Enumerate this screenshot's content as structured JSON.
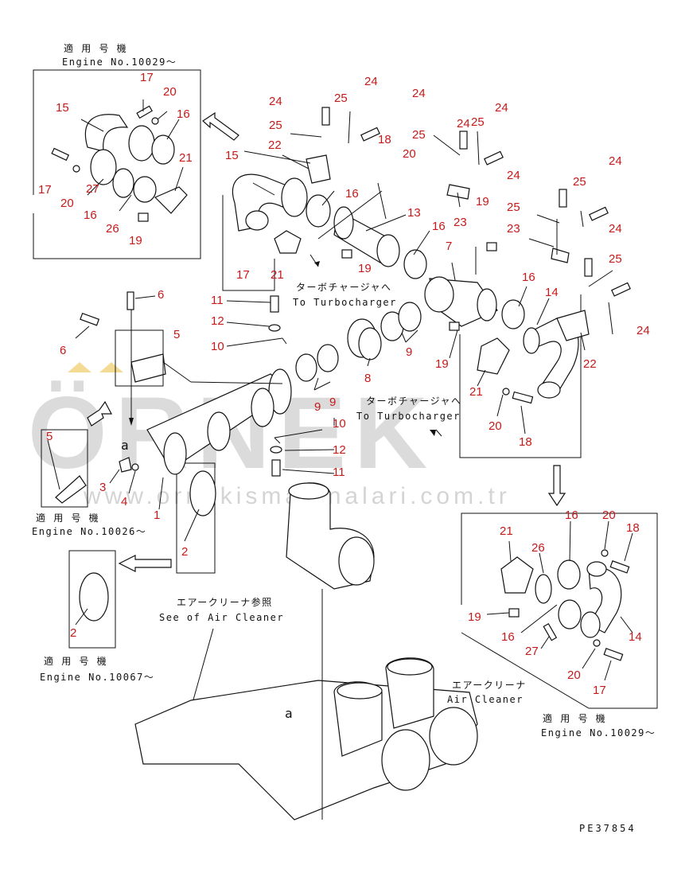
{
  "watermark": {
    "brand": "ÖRNEK",
    "url": "www.ornekismakinalari.com.tr"
  },
  "notes": {
    "top_left_jp": "適 用 号 機",
    "top_left_en": "Engine No.10029～",
    "mid_left_jp": "適 用 号 機",
    "mid_left_en": "Engine No.10026～",
    "low_left_jp": "適 用 号 機",
    "low_left_en": "Engine No.10067～",
    "right_jp": "適 用 号 機",
    "right_en": "Engine No.10029～",
    "turbo1_jp": "ターボチャージャへ",
    "turbo1_en": "To Turbocharger",
    "turbo2_jp": "ターボチャージャへ",
    "turbo2_en": "To Turbocharger",
    "cleaner_ref_jp": "エアークリーナ参照",
    "cleaner_ref_en": "See of Air Cleaner",
    "cleaner_jp": "エアークリーナ",
    "cleaner_en": "Air Cleaner",
    "view_a1": "a",
    "view_a2": "a",
    "drawing_code": "PE37854"
  },
  "labels": [
    "17",
    "20",
    "15",
    "16",
    "21",
    "17",
    "20",
    "27",
    "16",
    "26",
    "19",
    "24",
    "25",
    "24",
    "18",
    "25",
    "22",
    "15",
    "16",
    "17",
    "21",
    "24",
    "25",
    "20",
    "13",
    "19",
    "16",
    "24",
    "25",
    "24",
    "23",
    "19",
    "7",
    "24",
    "25",
    "23",
    "24",
    "24",
    "25",
    "16",
    "14",
    "25",
    "24",
    "22",
    "11",
    "12",
    "10",
    "6",
    "5",
    "6",
    "9",
    "8",
    "9",
    "19",
    "21",
    "9",
    "10",
    "12",
    "11",
    "20",
    "18",
    "5",
    "a",
    "3",
    "4",
    "1",
    "2",
    "2",
    "21",
    "16",
    "20",
    "18",
    "26",
    "19",
    "16",
    "27",
    "14",
    "20",
    "17"
  ],
  "colors": {
    "label": "#c41a1a",
    "line": "#111111",
    "watermark": "#b9b9b9",
    "accent": "#f0d27a"
  }
}
